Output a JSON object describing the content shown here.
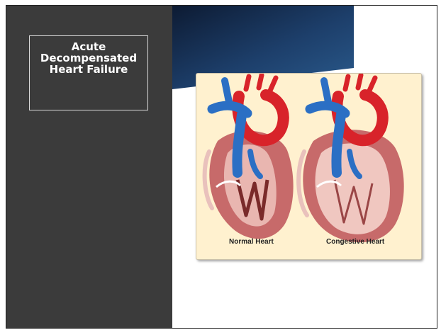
{
  "slide": {
    "title": "Acute Decompensated Heart Failure"
  },
  "figure": {
    "normal_label": "Normal Heart",
    "congestive_label": "Congestive Heart"
  },
  "colors": {
    "sidebar": "#3b3b3b",
    "banner_dark": "#0d1b33",
    "banner_light": "#2a5a8c",
    "figure_background": "#fff1cf",
    "artery_red": "#d8232a",
    "vein_blue": "#2b6fc4",
    "myocardium": "#c76a6a"
  }
}
